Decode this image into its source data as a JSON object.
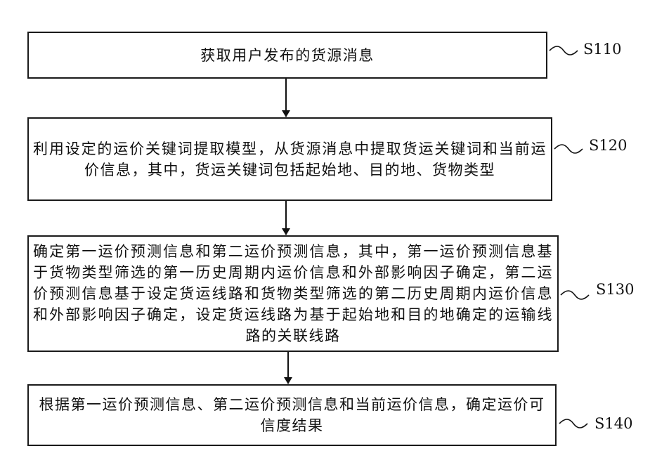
{
  "steps": [
    {
      "id": "S110",
      "label": "S110",
      "text": "获取用户发布的货源消息"
    },
    {
      "id": "S120",
      "label": "S120",
      "text": "利用设定的运价关键词提取模型，从货源消息中提取货运关键词和当前运价信息，其中，货运关键词包括起始地、目的地、货物类型"
    },
    {
      "id": "S130",
      "label": "S130",
      "text": "确定第一运价预测信息和第二运价预测信息，其中，第一运价预测信息基于货物类型筛选的第一历史周期内运价信息和外部影响因子确定，第二运价预测信息基于设定货运线路和货物类型筛选的第二历史周期内运价信息和外部影响因子确定，设定货运线路为基于起始地和目的地确定的运输线路的关联线路"
    },
    {
      "id": "S140",
      "label": "S140",
      "text": "根据第一运价预测信息、第二运价预测信息和当前运价信息，确定运价可信度结果"
    }
  ]
}
